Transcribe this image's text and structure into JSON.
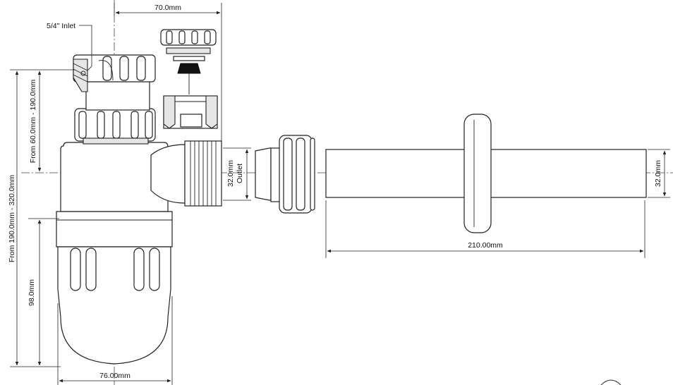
{
  "labels": {
    "inlet": "5/4\" Inlet",
    "top_width": "70.0mm",
    "height_range": "From 190.0mm - 320.0mm",
    "inlet_range": "From 60.0mm - 190.0mm",
    "bottle_height": "98.0mm",
    "bottom_width": "76.00mm",
    "outlet_diameter": "32.0mm",
    "outlet_word": "Outlet",
    "pipe_length": "210.00mm",
    "pipe_diameter": "32.0mm"
  }
}
